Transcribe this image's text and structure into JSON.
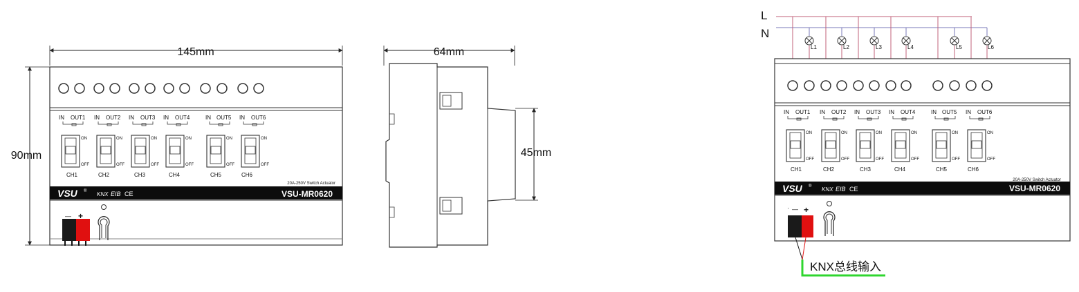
{
  "dimensions": {
    "width": "145mm",
    "height": "90mm",
    "depth": "64mm",
    "profile_height": "45mm"
  },
  "device": {
    "brand": "VSU",
    "brand_mark": "®",
    "model": "VSU-MR0620",
    "subtitle": "20A-250V Switch Actuator",
    "cert_knx": "KNX",
    "cert_eib": "EIB",
    "cert_ce": "CE",
    "channels": [
      {
        "in": "IN",
        "out": "OUT1",
        "label": "CH1"
      },
      {
        "in": "IN",
        "out": "OUT2",
        "label": "CH2"
      },
      {
        "in": "IN",
        "out": "OUT3",
        "label": "CH3"
      },
      {
        "in": "IN",
        "out": "OUT4",
        "label": "CH4"
      },
      {
        "in": "IN",
        "out": "OUT5",
        "label": "CH5"
      },
      {
        "in": "IN",
        "out": "OUT6",
        "label": "CH6"
      }
    ],
    "on_label": "ON",
    "off_label": "OFF",
    "minus": "—",
    "plus": "+",
    "dot": "·"
  },
  "wiring": {
    "line": "L",
    "neutral": "N",
    "lamps": [
      "L1",
      "L2",
      "L3",
      "L4",
      "L5",
      "L6"
    ],
    "bus_input": "KNX总线输入",
    "colors": {
      "wire": "#c0607a",
      "neutral_wire": "#7a78b8",
      "bus_line": "#2fd62f",
      "terminal_red": "#e01010"
    }
  }
}
